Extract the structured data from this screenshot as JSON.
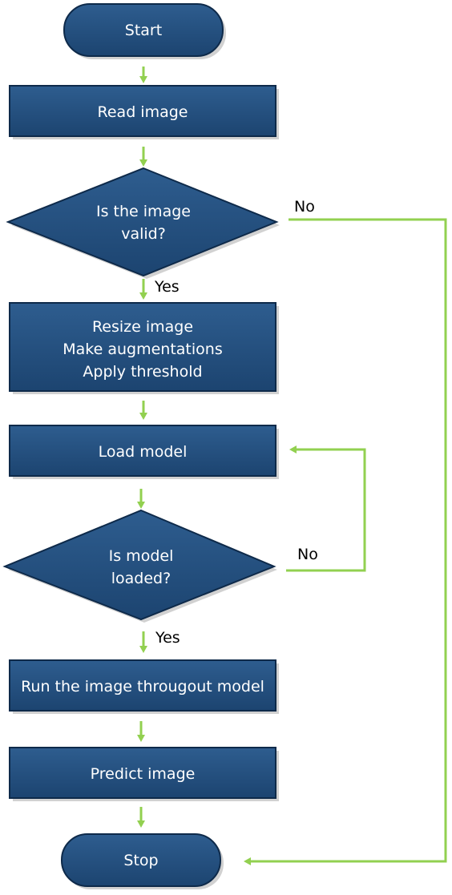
{
  "nodes": {
    "start": "Start",
    "read": "Read image",
    "valid_line1": "Is the image",
    "valid_line2": "valid?",
    "prep_line1": "Resize image",
    "prep_line2": "Make augmentations",
    "prep_line3": "Apply threshold",
    "load": "Load model",
    "loaded_line1": "Is model",
    "loaded_line2": "loaded?",
    "run": "Run the image througout model",
    "predict": "Predict image",
    "stop": "Stop"
  },
  "labels": {
    "valid_yes": "Yes",
    "valid_no": "No",
    "loaded_yes": "Yes",
    "loaded_no": "No"
  },
  "colors": {
    "node_fill_top": "#2e5d8f",
    "node_fill_bottom": "#1c4470",
    "node_border": "#0e2a4a",
    "connector": "#92d050"
  }
}
